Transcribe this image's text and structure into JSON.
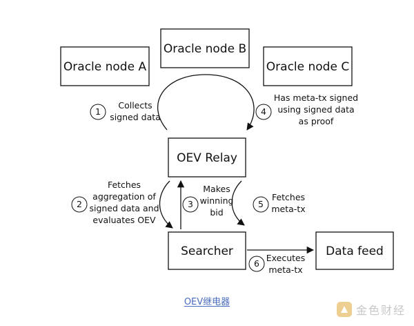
{
  "diagram": {
    "nodes": {
      "oracle_a": "Oracle node A",
      "oracle_b": "Oracle node B",
      "oracle_c": "Oracle node C",
      "relay": "OEV Relay",
      "searcher": "Searcher",
      "data_feed": "Data feed"
    },
    "steps": [
      {
        "number": "1",
        "lines": [
          "Collects",
          "signed data"
        ]
      },
      {
        "number": "2",
        "lines": [
          "Fetches",
          "aggregation of",
          "signed data and",
          "evaluates OEV"
        ]
      },
      {
        "number": "3",
        "lines": [
          "Makes",
          "winning",
          "bid"
        ]
      },
      {
        "number": "4",
        "lines": [
          "Has meta-tx signed",
          "using signed data",
          "as proof"
        ]
      },
      {
        "number": "5",
        "lines": [
          "Fetches",
          "meta-tx"
        ]
      },
      {
        "number": "6",
        "lines": [
          "Executes",
          "meta-tx"
        ]
      }
    ]
  },
  "caption": "OEV继电器",
  "watermark": {
    "text": "金色财经"
  },
  "colors": {
    "caption": "#4a6cc0",
    "watermark_logo": "#e0a93a"
  }
}
